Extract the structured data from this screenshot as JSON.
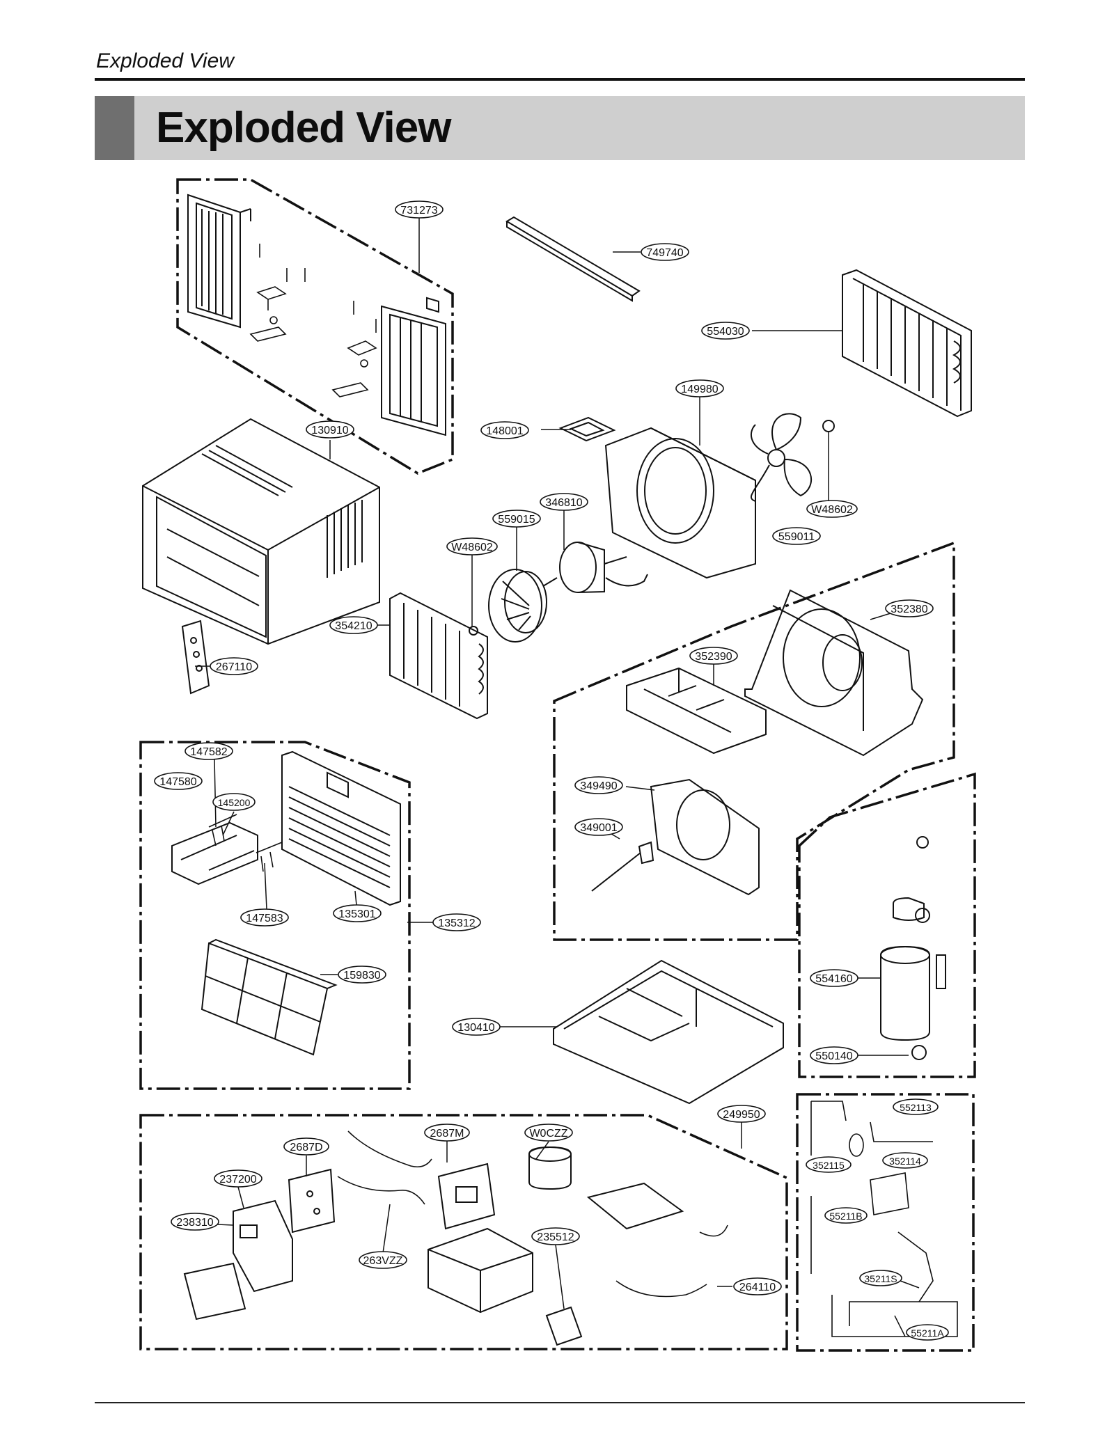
{
  "header": {
    "running_title": "Exploded View",
    "section_title": "Exploded View"
  },
  "labels": {
    "p731273": "731273",
    "p749740": "749740",
    "p554030": "554030",
    "p149980": "149980",
    "p148001": "148001",
    "p130910": "130910",
    "p346810": "346810",
    "p559015": "559015",
    "pW48602a": "W48602",
    "pW48602b": "W48602",
    "p559011": "559011",
    "p354210": "354210",
    "p267110": "267110",
    "p352380": "352380",
    "p352390": "352390",
    "p147582": "147582",
    "p147580": "147580",
    "p145200": "145200",
    "p349490": "349490",
    "p349001": "349001",
    "p147583": "147583",
    "p135301": "135301",
    "p135312": "135312",
    "p159830": "159830",
    "p554160": "554160",
    "p130410": "130410",
    "p550140": "550140",
    "p249950": "249950",
    "p552113": "552113",
    "p2687M": "2687M",
    "pW0CZZ": "W0CZZ",
    "p2687D": "2687D",
    "p352115": "352115",
    "p352114": "352114",
    "p237200": "237200",
    "p55211B": "55211B",
    "p238310": "238310",
    "p235512": "235512",
    "p263VZZ": "263VZZ",
    "p264110": "264110",
    "p35211S": "35211S",
    "p55211A": "55211A"
  }
}
